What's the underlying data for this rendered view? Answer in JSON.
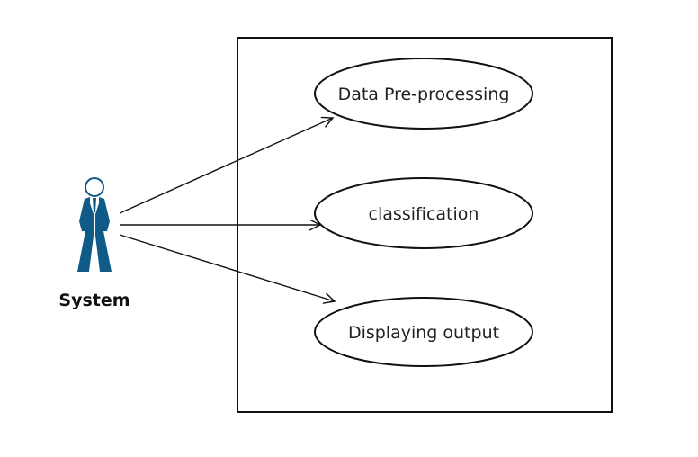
{
  "diagram": {
    "type": "use-case",
    "actor": {
      "name": "System",
      "icon": "person-icon",
      "color": "#0f5a86"
    },
    "use_cases": [
      {
        "label": "Data Pre-processing"
      },
      {
        "label": "classification"
      },
      {
        "label": "Displaying output"
      }
    ],
    "associations": [
      {
        "from": "System",
        "to": "Data Pre-processing"
      },
      {
        "from": "System",
        "to": "classification"
      },
      {
        "from": "System",
        "to": "Displaying output"
      }
    ],
    "colors": {
      "line": "#111111",
      "actor": "#0f5a86"
    }
  }
}
